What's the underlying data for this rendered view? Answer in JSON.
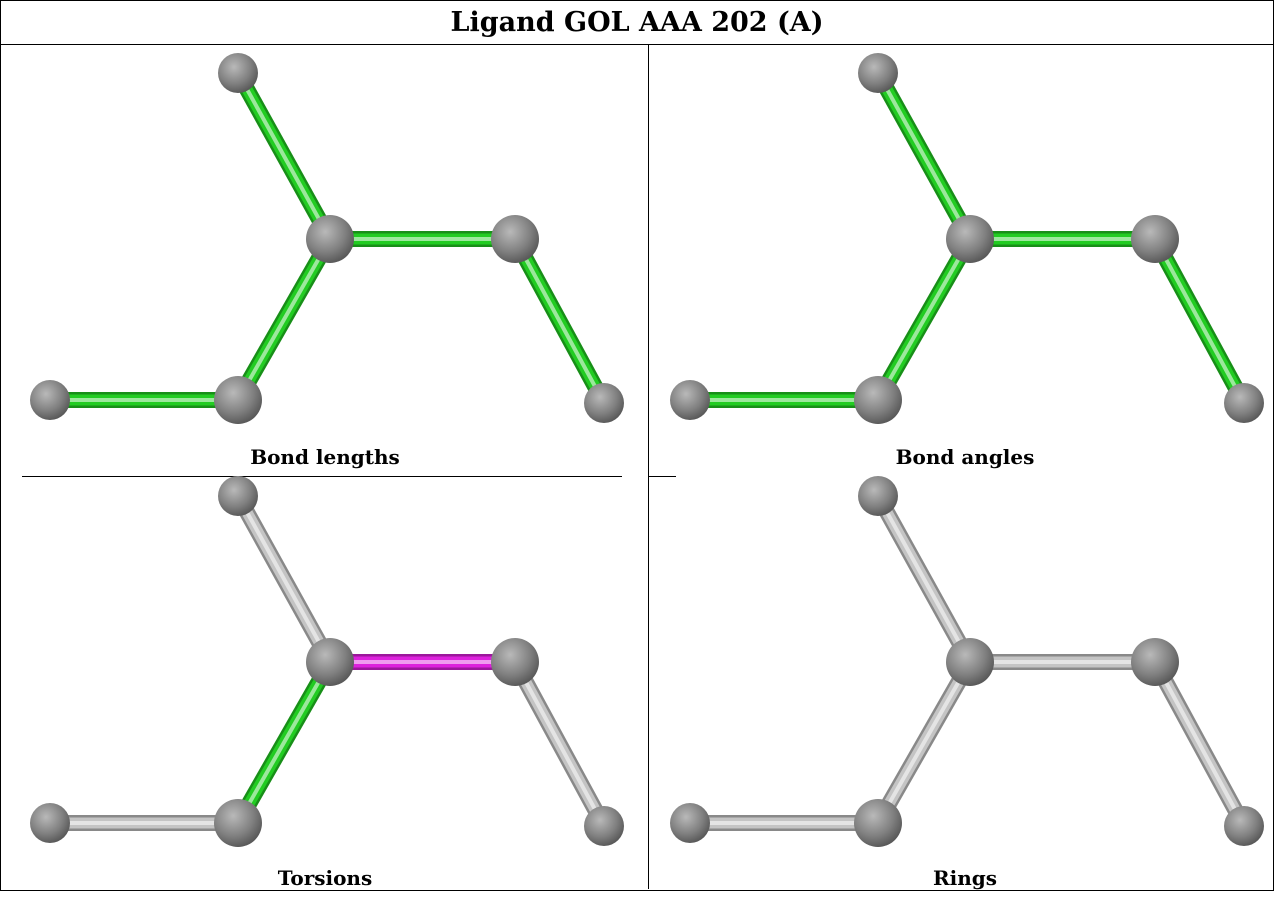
{
  "title": "Ligand GOL AAA 202 (A)",
  "colors": {
    "ok": "#22cc22",
    "outlier": "#dd22dd",
    "none": "#c4c4c4",
    "atom": "#808080"
  },
  "bonds": [
    {
      "a": 0,
      "b": 1
    },
    {
      "a": 1,
      "b": 2
    },
    {
      "a": 2,
      "b": 3
    },
    {
      "a": 1,
      "b": 4
    },
    {
      "a": 4,
      "b": 5
    }
  ],
  "panels": [
    {
      "caption": "Bond lengths",
      "bond_status": [
        "ok",
        "ok",
        "ok",
        "ok",
        "ok"
      ]
    },
    {
      "caption": "Bond angles",
      "bond_status": [
        "ok",
        "ok",
        "ok",
        "ok",
        "ok"
      ]
    },
    {
      "caption": "Torsions",
      "bond_status": [
        "none",
        "outlier",
        "none",
        "ok",
        "none"
      ]
    },
    {
      "caption": "Rings",
      "bond_status": [
        "none",
        "none",
        "none",
        "none",
        "none"
      ]
    }
  ]
}
